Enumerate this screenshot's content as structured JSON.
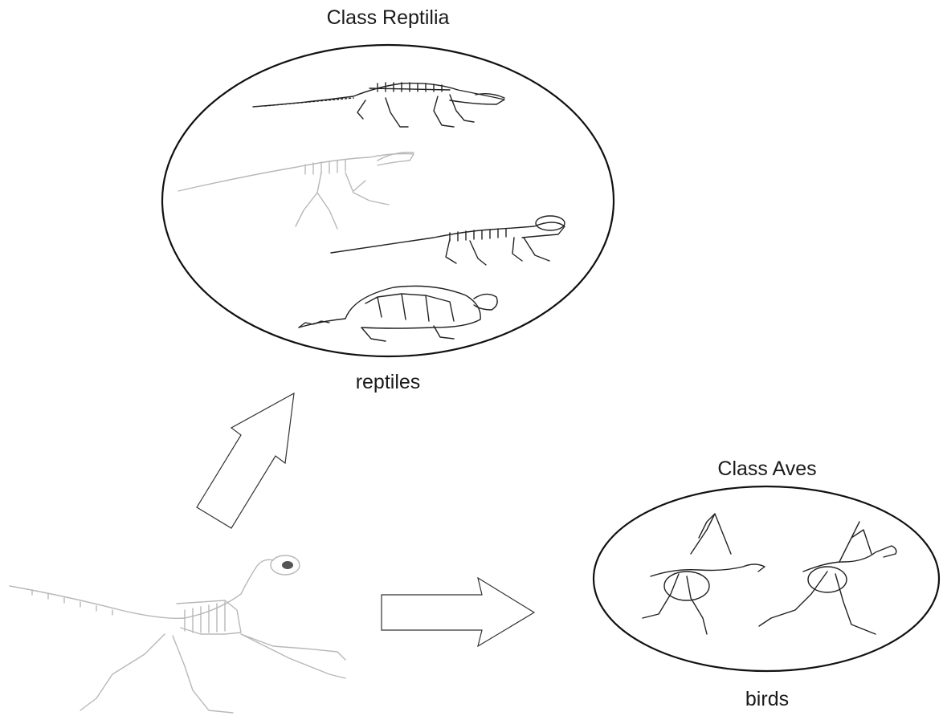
{
  "groups": {
    "reptilia": {
      "title": "Class Reptilia",
      "caption": "reptiles"
    },
    "aves": {
      "title": "Class Aves",
      "caption": "birds"
    }
  },
  "colors": {
    "outline": "#111111",
    "skeleton": "#222222",
    "ancestor": "#b8b8b8"
  },
  "icons": [
    "crocodile-skeleton",
    "dinosaur-skeleton",
    "lizard-skeleton",
    "turtle-skeleton",
    "bird-skeleton",
    "archaeopteryx-skeleton",
    "arrow"
  ]
}
